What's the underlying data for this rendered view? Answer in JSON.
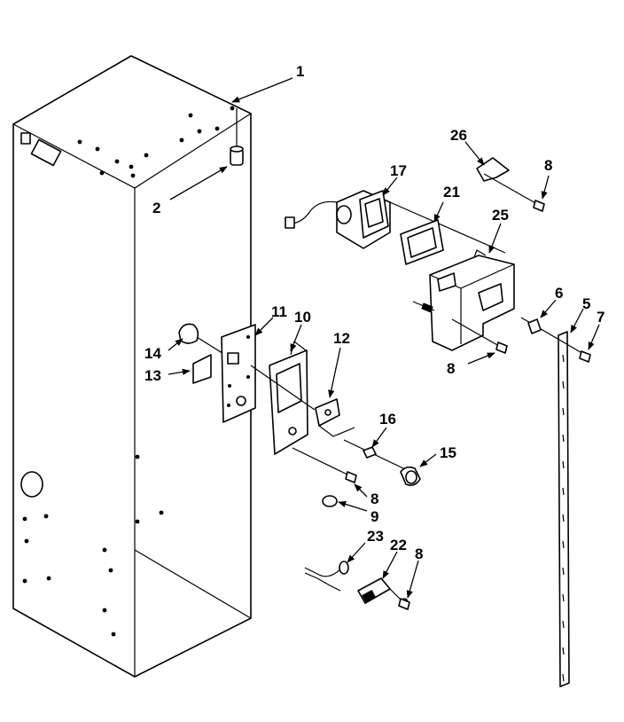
{
  "callouts": {
    "c1": "1",
    "c2": "2",
    "c5": "5",
    "c6": "6",
    "c7": "7",
    "c8a": "8",
    "c8b": "8",
    "c8c": "8",
    "c8d": "8",
    "c9": "9",
    "c10": "10",
    "c11": "11",
    "c12": "12",
    "c13": "13",
    "c14": "14",
    "c15": "15",
    "c16": "16",
    "c17": "17",
    "c21": "21",
    "c22": "22",
    "c23": "23",
    "c25": "25",
    "c26": "26"
  },
  "colors": {
    "ink": "#000000",
    "paper": "#ffffff"
  }
}
